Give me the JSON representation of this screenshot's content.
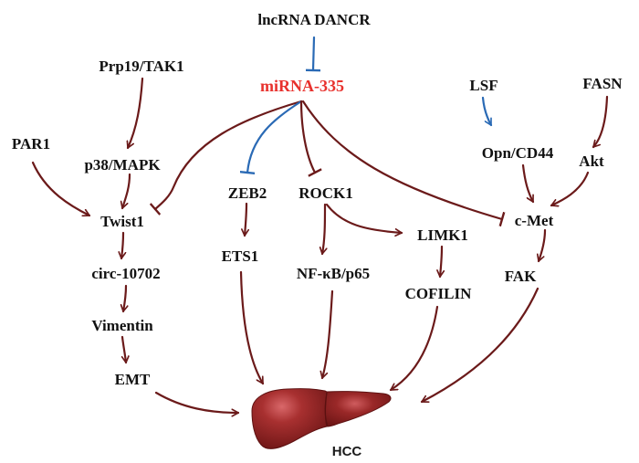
{
  "title": "miRNA-335 signaling network in hepatocellular carcinoma",
  "colors": {
    "edge_default": "#6b1a1a",
    "edge_blue": "#2a6ab5",
    "accent_node": "#e8312d",
    "text": "#111111",
    "liver_dark": "#6e1616",
    "liver_mid": "#922424",
    "liver_light": "#d9686a"
  },
  "nodes": {
    "lncrna_dancr": "lncRNA DANCR",
    "mirna_335": "miRNA-335",
    "prp19_tak1": "Prp19/TAK1",
    "par1": "PAR1",
    "p38_mapk": "p38/MAPK",
    "twist1": "Twist1",
    "circ_10702": "circ-10702",
    "vimentin": "Vimentin",
    "emt": "EMT",
    "zeb2": "ZEB2",
    "ets1": "ETS1",
    "rock1": "ROCK1",
    "nfkb_p65": "NF-κB/p65",
    "limk1": "LIMK1",
    "cofilin": "COFILIN",
    "lsf": "LSF",
    "fasn": "FASN",
    "opn_cd44": "Opn/CD44",
    "akt": "Akt",
    "c_met": "c-Met",
    "fak": "FAK",
    "hcc": "HCC"
  },
  "edges": [
    {
      "from": "lncRNA DANCR",
      "to": "miRNA-335",
      "type": "inhibit",
      "color": "blue"
    },
    {
      "from": "Prp19/TAK1",
      "to": "p38/MAPK",
      "type": "activate",
      "color": "default"
    },
    {
      "from": "PAR1",
      "to": "Twist1",
      "type": "activate",
      "color": "default"
    },
    {
      "from": "p38/MAPK",
      "to": "Twist1",
      "type": "activate",
      "color": "default"
    },
    {
      "from": "miRNA-335",
      "to": "Twist1",
      "type": "inhibit",
      "color": "default"
    },
    {
      "from": "miRNA-335",
      "to": "ZEB2",
      "type": "inhibit",
      "color": "blue"
    },
    {
      "from": "miRNA-335",
      "to": "ROCK1",
      "type": "inhibit",
      "color": "default"
    },
    {
      "from": "miRNA-335",
      "to": "c-Met",
      "type": "inhibit",
      "color": "default"
    },
    {
      "from": "Twist1",
      "to": "circ-10702",
      "type": "activate",
      "color": "default"
    },
    {
      "from": "circ-10702",
      "to": "Vimentin",
      "type": "activate",
      "color": "default"
    },
    {
      "from": "Vimentin",
      "to": "EMT",
      "type": "activate",
      "color": "default"
    },
    {
      "from": "ZEB2",
      "to": "ETS1",
      "type": "activate",
      "color": "default"
    },
    {
      "from": "ROCK1",
      "to": "NF-κB/p65",
      "type": "activate",
      "color": "default"
    },
    {
      "from": "ROCK1",
      "to": "LIMK1",
      "type": "activate",
      "color": "default"
    },
    {
      "from": "LIMK1",
      "to": "COFILIN",
      "type": "activate",
      "color": "default"
    },
    {
      "from": "LSF",
      "to": "Opn/CD44",
      "type": "activate",
      "color": "blue"
    },
    {
      "from": "FASN",
      "to": "Akt",
      "type": "activate",
      "color": "default"
    },
    {
      "from": "Opn/CD44",
      "to": "c-Met",
      "type": "activate",
      "color": "default"
    },
    {
      "from": "Akt",
      "to": "c-Met",
      "type": "activate",
      "color": "default"
    },
    {
      "from": "c-Met",
      "to": "FAK",
      "type": "activate",
      "color": "default"
    },
    {
      "from": "EMT",
      "to": "HCC",
      "type": "activate",
      "color": "default"
    },
    {
      "from": "ETS1",
      "to": "HCC",
      "type": "activate",
      "color": "default"
    },
    {
      "from": "NF-κB/p65",
      "to": "HCC",
      "type": "activate",
      "color": "default"
    },
    {
      "from": "COFILIN",
      "to": "HCC",
      "type": "activate",
      "color": "default"
    },
    {
      "from": "FAK",
      "to": "HCC",
      "type": "activate",
      "color": "default"
    }
  ]
}
